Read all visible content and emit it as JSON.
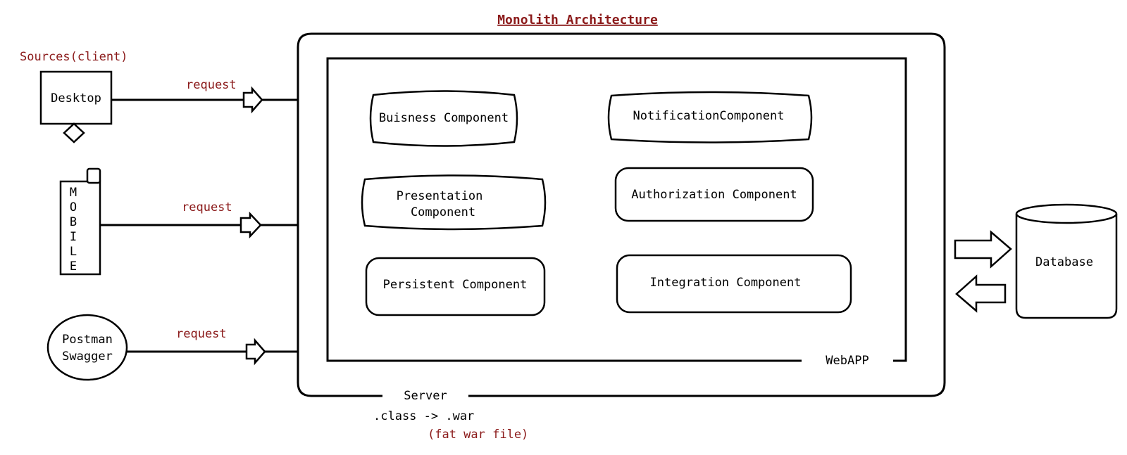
{
  "title": "Monolith Architecture",
  "sources_label": "Sources(client)",
  "clients": {
    "desktop": "Desktop",
    "mobile_letters": [
      "M",
      "O",
      "B",
      "I",
      "L",
      "E"
    ],
    "postman_line1": "Postman",
    "postman_line2": "Swagger"
  },
  "requests": [
    "request",
    "request",
    "request"
  ],
  "components": {
    "business": "Buisness Component",
    "notification": "NotificationComponent",
    "presentation_line1": "Presentation",
    "presentation_line2": "Component",
    "authorization": "Authorization Component",
    "persistent": "Persistent Component",
    "integration": "Integration Component"
  },
  "webapp_label": "WebAPP",
  "server_label": "Server",
  "build": {
    "line1": ".class -> .war",
    "line2": "(fat war file)"
  },
  "database_label": "Database",
  "colors": {
    "accent": "#8b1a1a",
    "stroke": "#000000"
  }
}
